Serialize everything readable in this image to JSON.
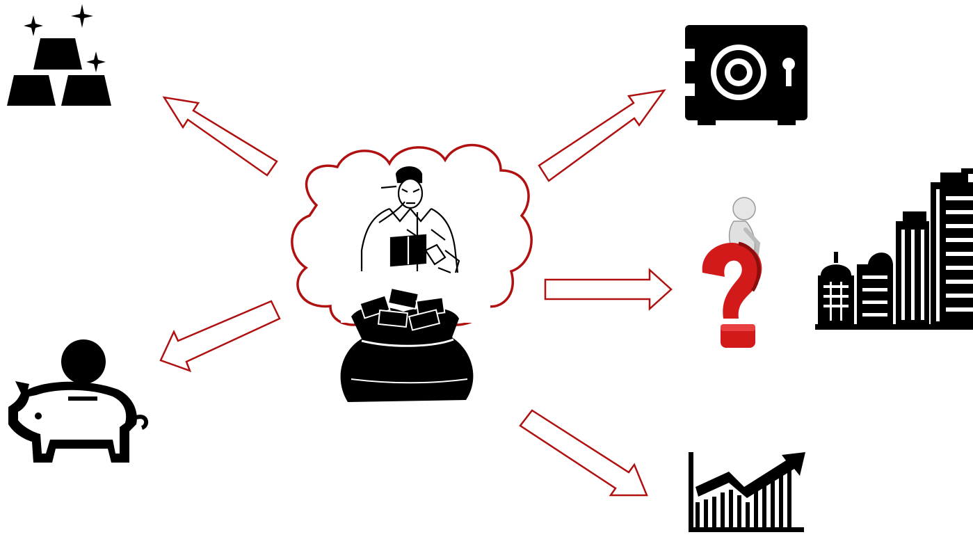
{
  "diagram": {
    "center": {
      "icons": [
        "thought-cloud-icon",
        "worried-man-reading-icon",
        "money-bag-icon"
      ]
    },
    "arrows": [
      {
        "to": "gold-bars"
      },
      {
        "to": "safe-vault"
      },
      {
        "to": "question-person"
      },
      {
        "to": "piggy-bank"
      },
      {
        "to": "stock-growth"
      }
    ],
    "options": [
      {
        "icon": "gold-bars-icon"
      },
      {
        "icon": "safe-vault-icon"
      },
      {
        "icon": "question-mark-person-icon"
      },
      {
        "icon": "city-buildings-icon"
      },
      {
        "icon": "piggy-bank-icon"
      },
      {
        "icon": "stock-chart-icon"
      }
    ],
    "colors": {
      "arrow": "#b01010",
      "cloud": "#b01010",
      "question": "#d21a1a",
      "icon": "#000000"
    }
  }
}
